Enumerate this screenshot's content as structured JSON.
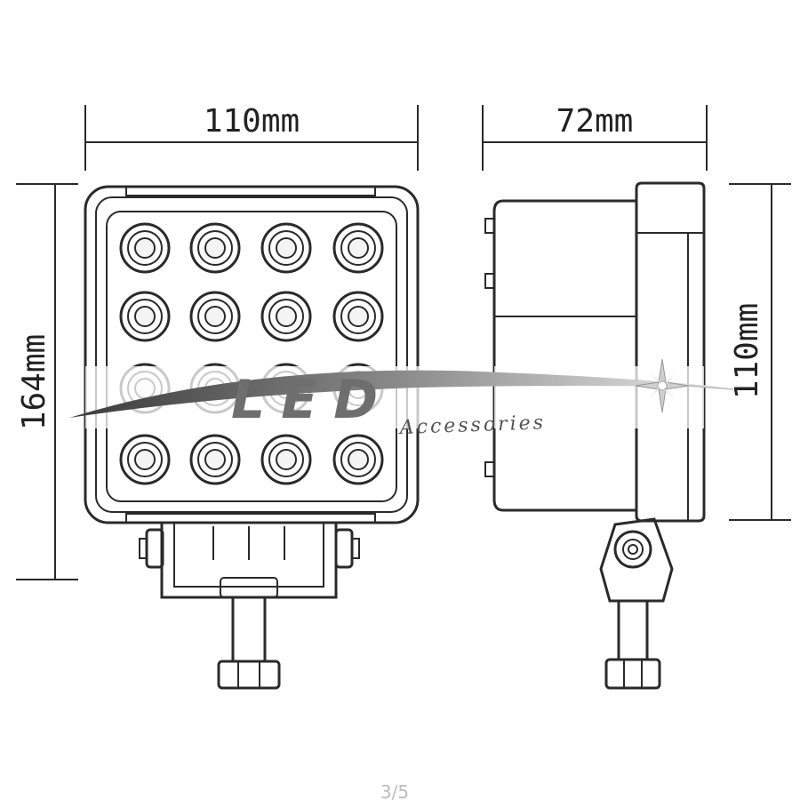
{
  "dimensions": {
    "front_width": "110mm",
    "side_depth": "72mm",
    "front_height": "164mm",
    "side_height": "110mm"
  },
  "logo": {
    "main": "LED",
    "sub": "Accessories"
  },
  "led_count": 16,
  "pager": "3/5"
}
